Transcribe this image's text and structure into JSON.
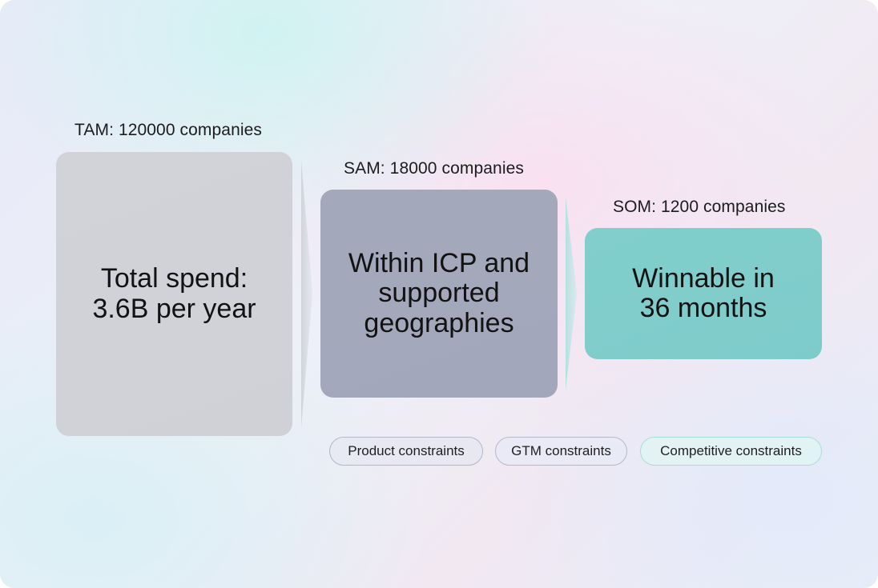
{
  "stages": {
    "tam": {
      "label": "TAM: 120000 companies",
      "description": "Total spend:\n3.6B per year",
      "color": "#d0d2d8"
    },
    "sam": {
      "label": "SAM: 18000 companies",
      "description": "Within ICP and\nsupported\ngeographies",
      "color": "#a3a8bb"
    },
    "som": {
      "label": "SOM: 1200 companies",
      "description": "Winnable in\n36 months",
      "color": "#80cdcb"
    }
  },
  "constraints": {
    "product": "Product constraints",
    "gtm": "GTM constraints",
    "competitive": "Competitive constraints"
  }
}
